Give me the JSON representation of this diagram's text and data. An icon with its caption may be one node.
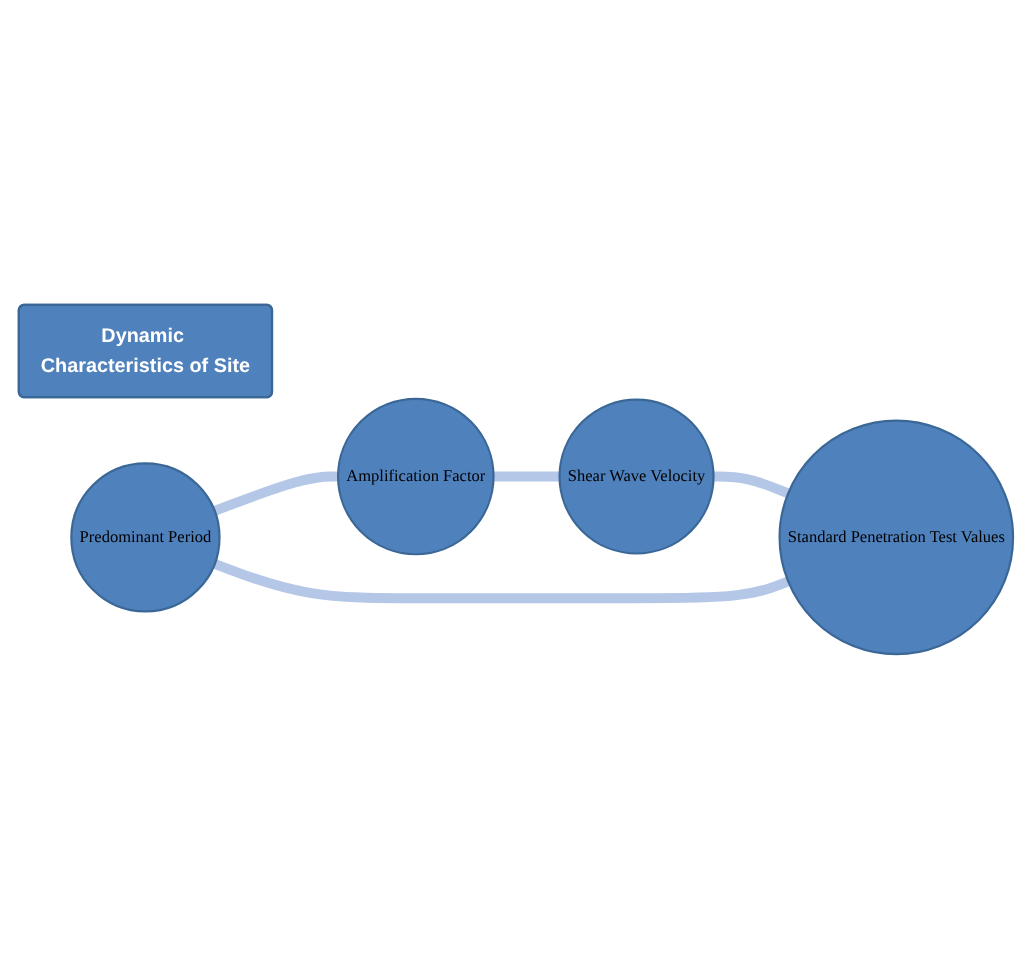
{
  "diagram": {
    "nodes": [
      {
        "text": [
          "Dynamic Characteristics of Site"
        ]
      },
      {
        "text": [
          "Predominant Period"
        ]
      },
      {
        "text": [
          "Amplification Factor"
        ]
      },
      {
        "text": [
          "Shear Wave Velocity"
        ]
      },
      {
        "text": [
          "Standard Penetration Test Values"
        ]
      }
    ],
    "edges": [
      {
        "from": 1,
        "to": 2,
        "arrow": "none"
      },
      {
        "from": 2,
        "to": 3,
        "arrow": "none"
      },
      {
        "from": 3,
        "to": 4,
        "arrow": "none"
      },
      {
        "from": 4,
        "to": 1,
        "arrow": "none"
      }
    ]
  }
}
